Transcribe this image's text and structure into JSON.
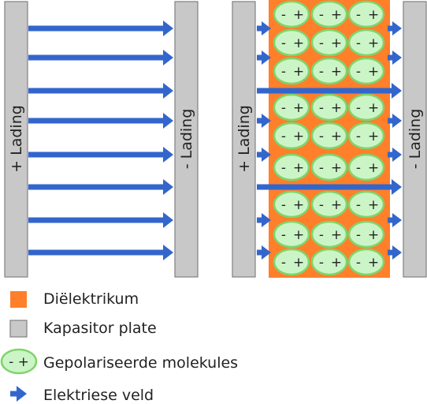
{
  "colors": {
    "plate": "#c8c8c8",
    "plate_stroke": "#808080",
    "dielectric": "#ff7f2a",
    "molecule_fill": "#ccf5c7",
    "molecule_stroke": "#7fd46b",
    "field_arrow": "#3366cc",
    "text": "#222222"
  },
  "left_capacitor": {
    "positive_plate_label": "+ Lading",
    "negative_plate_label": "- Lading"
  },
  "right_capacitor": {
    "positive_plate_label": "+ Lading",
    "negative_plate_label": "- Lading",
    "molecule_negative_sign": "-",
    "molecule_positive_sign": "+"
  },
  "legend": {
    "items": [
      {
        "key": "dielectric",
        "label": "Diëlektrikum",
        "icon": "orange-square-icon"
      },
      {
        "key": "plate",
        "label": "Kapasitor plate",
        "icon": "gray-square-icon"
      },
      {
        "key": "molecule",
        "label": "Gepolariseerde molekules",
        "icon": "polarized-molecule-icon",
        "icon_text": "- +"
      },
      {
        "key": "field",
        "label": "Elektriese veld",
        "icon": "blue-arrow-icon"
      }
    ]
  }
}
